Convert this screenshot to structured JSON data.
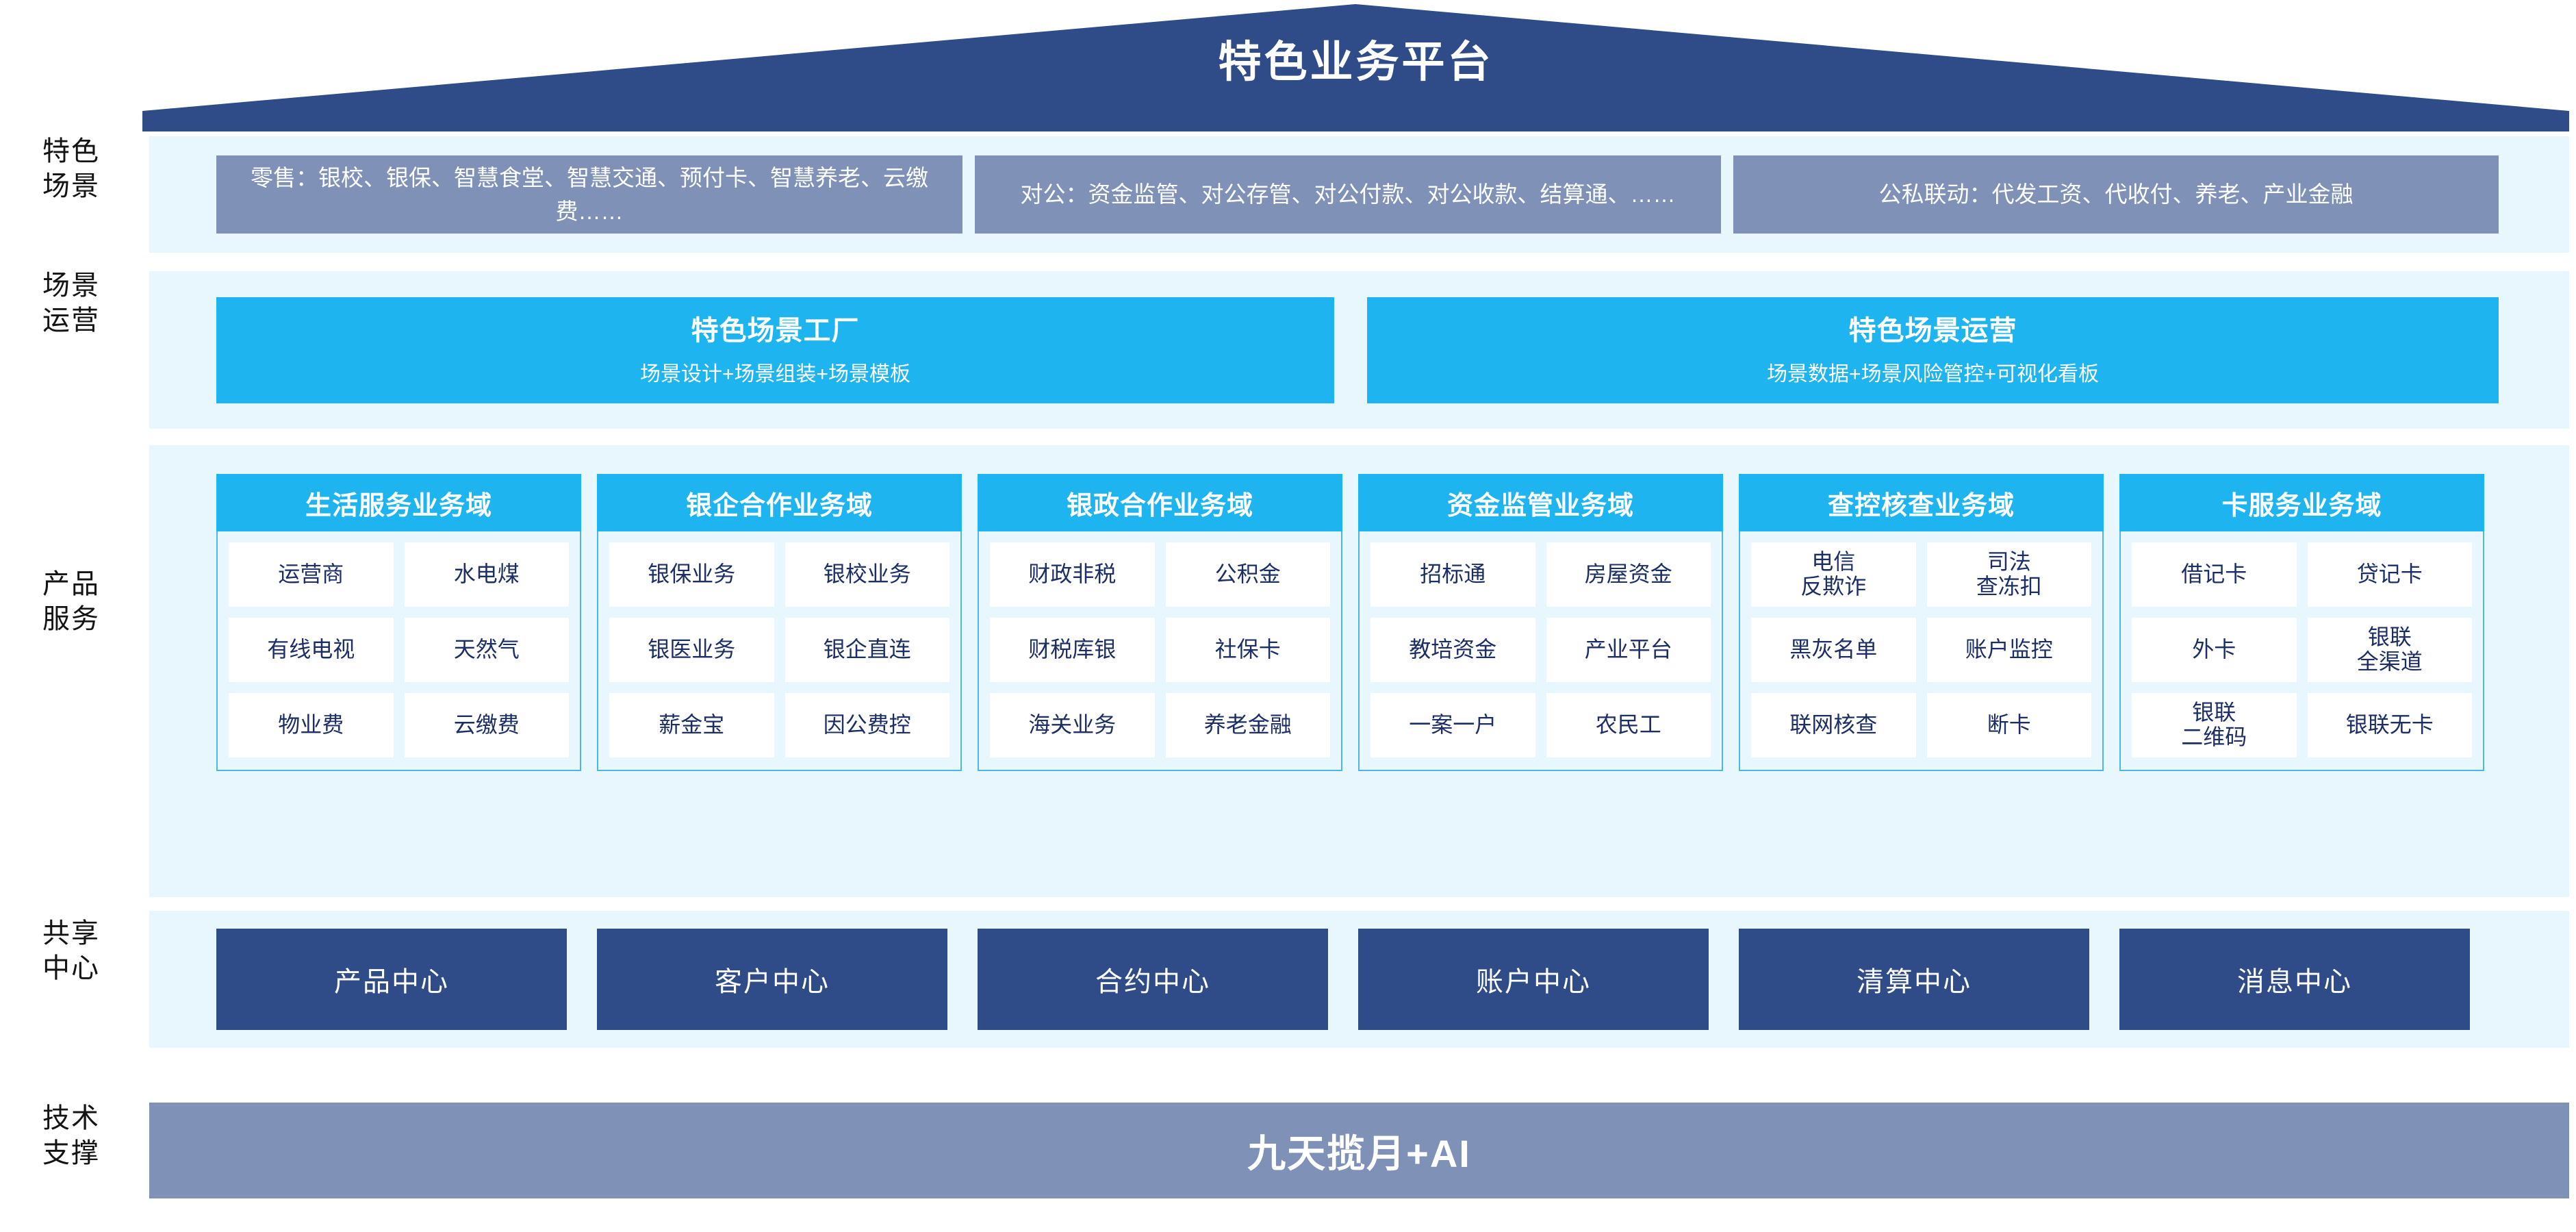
{
  "header": {
    "title": "特色业务平台",
    "roof_color": "#2f4c88"
  },
  "row_labels": {
    "scenes": "特色\n场景",
    "operations": "场景\n运营",
    "products": "产品\n服务",
    "shared_centers": "共享\n中心",
    "tech_support": "技术\n支撑"
  },
  "scenes": {
    "box_color": "#7f91b6",
    "items": [
      {
        "text": "零售：银校、银保、智慧食堂、智慧交通、预付卡、智慧养老、云缴费……"
      },
      {
        "text": "对公：资金监管、对公存管、对公付款、对公收款、结算通、……"
      },
      {
        "text": "公私联动：代发工资、代收付、养老、产业金融"
      }
    ]
  },
  "operations": {
    "box_color": "#1eb4ef",
    "items": [
      {
        "title": "特色场景工厂",
        "subtitle": "场景设计+场景组装+场景模板"
      },
      {
        "title": "特色场景运营",
        "subtitle": "场景数据+场景风险管控+可视化看板"
      }
    ]
  },
  "products": {
    "head_color": "#1eb4ef",
    "body_color": "#e8f6fd",
    "cell_color": "#ffffff",
    "domains": [
      {
        "title": "生活服务业务域",
        "rows": [
          [
            "运营商",
            "水电煤"
          ],
          [
            "有线电视",
            "天然气"
          ],
          [
            "物业费",
            "云缴费"
          ]
        ]
      },
      {
        "title": "银企合作业务域",
        "rows": [
          [
            "银保业务",
            "银校业务"
          ],
          [
            "银医业务",
            "银企直连"
          ],
          [
            "薪金宝",
            "因公费控"
          ]
        ]
      },
      {
        "title": "银政合作业务域",
        "rows": [
          [
            "财政非税",
            "公积金"
          ],
          [
            "财税库银",
            "社保卡"
          ],
          [
            "海关业务",
            "养老金融"
          ]
        ]
      },
      {
        "title": "资金监管业务域",
        "rows": [
          [
            "招标通",
            "房屋资金"
          ],
          [
            "教培资金",
            "产业平台"
          ],
          [
            "一案一户",
            "农民工"
          ]
        ]
      },
      {
        "title": "查控核查业务域",
        "rows": [
          [
            "电信\n反欺诈",
            "司法\n查冻扣"
          ],
          [
            "黑灰名单",
            "账户监控"
          ],
          [
            "联网核查",
            "断卡"
          ]
        ]
      },
      {
        "title": "卡服务业务域",
        "rows": [
          [
            "借记卡",
            "贷记卡"
          ],
          [
            "外卡",
            "银联\n全渠道"
          ],
          [
            "银联\n二维码",
            "银联无卡"
          ]
        ]
      }
    ]
  },
  "shared_centers": {
    "box_color": "#2f4c88",
    "items": [
      "产品中心",
      "客户中心",
      "合约中心",
      "账户中心",
      "清算中心",
      "消息中心"
    ]
  },
  "tech_support": {
    "band_color": "#7f91b6",
    "label": "九天揽月+AI"
  }
}
